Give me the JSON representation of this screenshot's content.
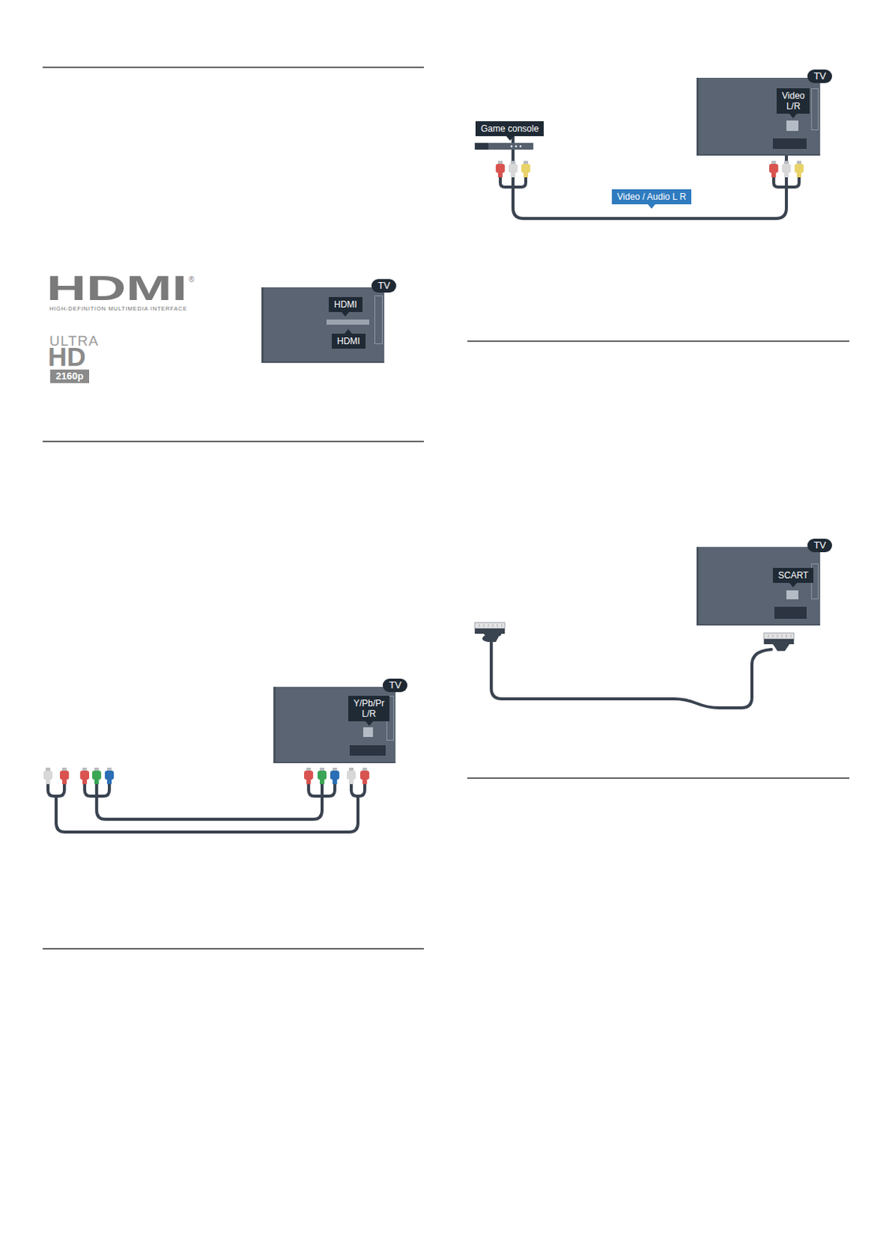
{
  "diagram": {
    "nodes": [
      {
        "text": [
          "TV"
        ]
      },
      {
        "text": [
          "HDMI"
        ],
        "in": 0
      },
      {
        "text": [
          "HDMI"
        ],
        "in": 0
      },
      {
        "text": [
          "TV"
        ]
      },
      {
        "text": [
          "Y/Pb/Pr L/R"
        ],
        "in": 3
      },
      {
        "text": [
          "Game console"
        ]
      },
      {
        "text": [
          "TV"
        ]
      },
      {
        "text": [
          "Video L/R"
        ],
        "in": 6
      },
      {
        "text": [
          "TV"
        ]
      },
      {
        "text": [
          "SCART"
        ],
        "in": 8
      }
    ],
    "edges": [
      {
        "from": 5,
        "to": 6,
        "arrow": "none",
        "label": "Video / Audio L R"
      }
    ],
    "labels": [
      "HDMI",
      "HIGH-DEFINITION MULTIMEDIA INTERFACE",
      "®",
      "ULTRA",
      "HD",
      "2160p"
    ]
  }
}
